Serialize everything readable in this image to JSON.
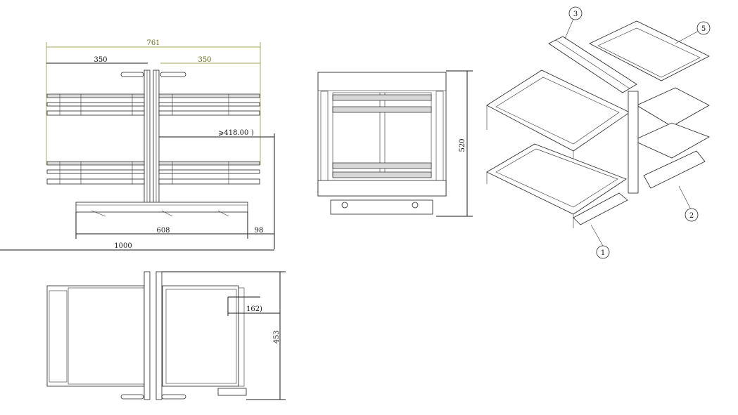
{
  "dimensions": {
    "front_total_width": "761",
    "front_left_width": "350",
    "front_right_width": "350",
    "min_opening": "⩾418.00",
    "base_width": "608",
    "base_extra": "98",
    "cabinet_width": "1000",
    "side_height": "520",
    "top_depth": "453",
    "top_offset": "162"
  },
  "callouts": [
    "1",
    "2",
    "3",
    "5"
  ],
  "colors": {
    "line": "#1a1a1a",
    "dimension_olive": "#8a8a2a",
    "shelf_grey": "#d8d8d8"
  }
}
